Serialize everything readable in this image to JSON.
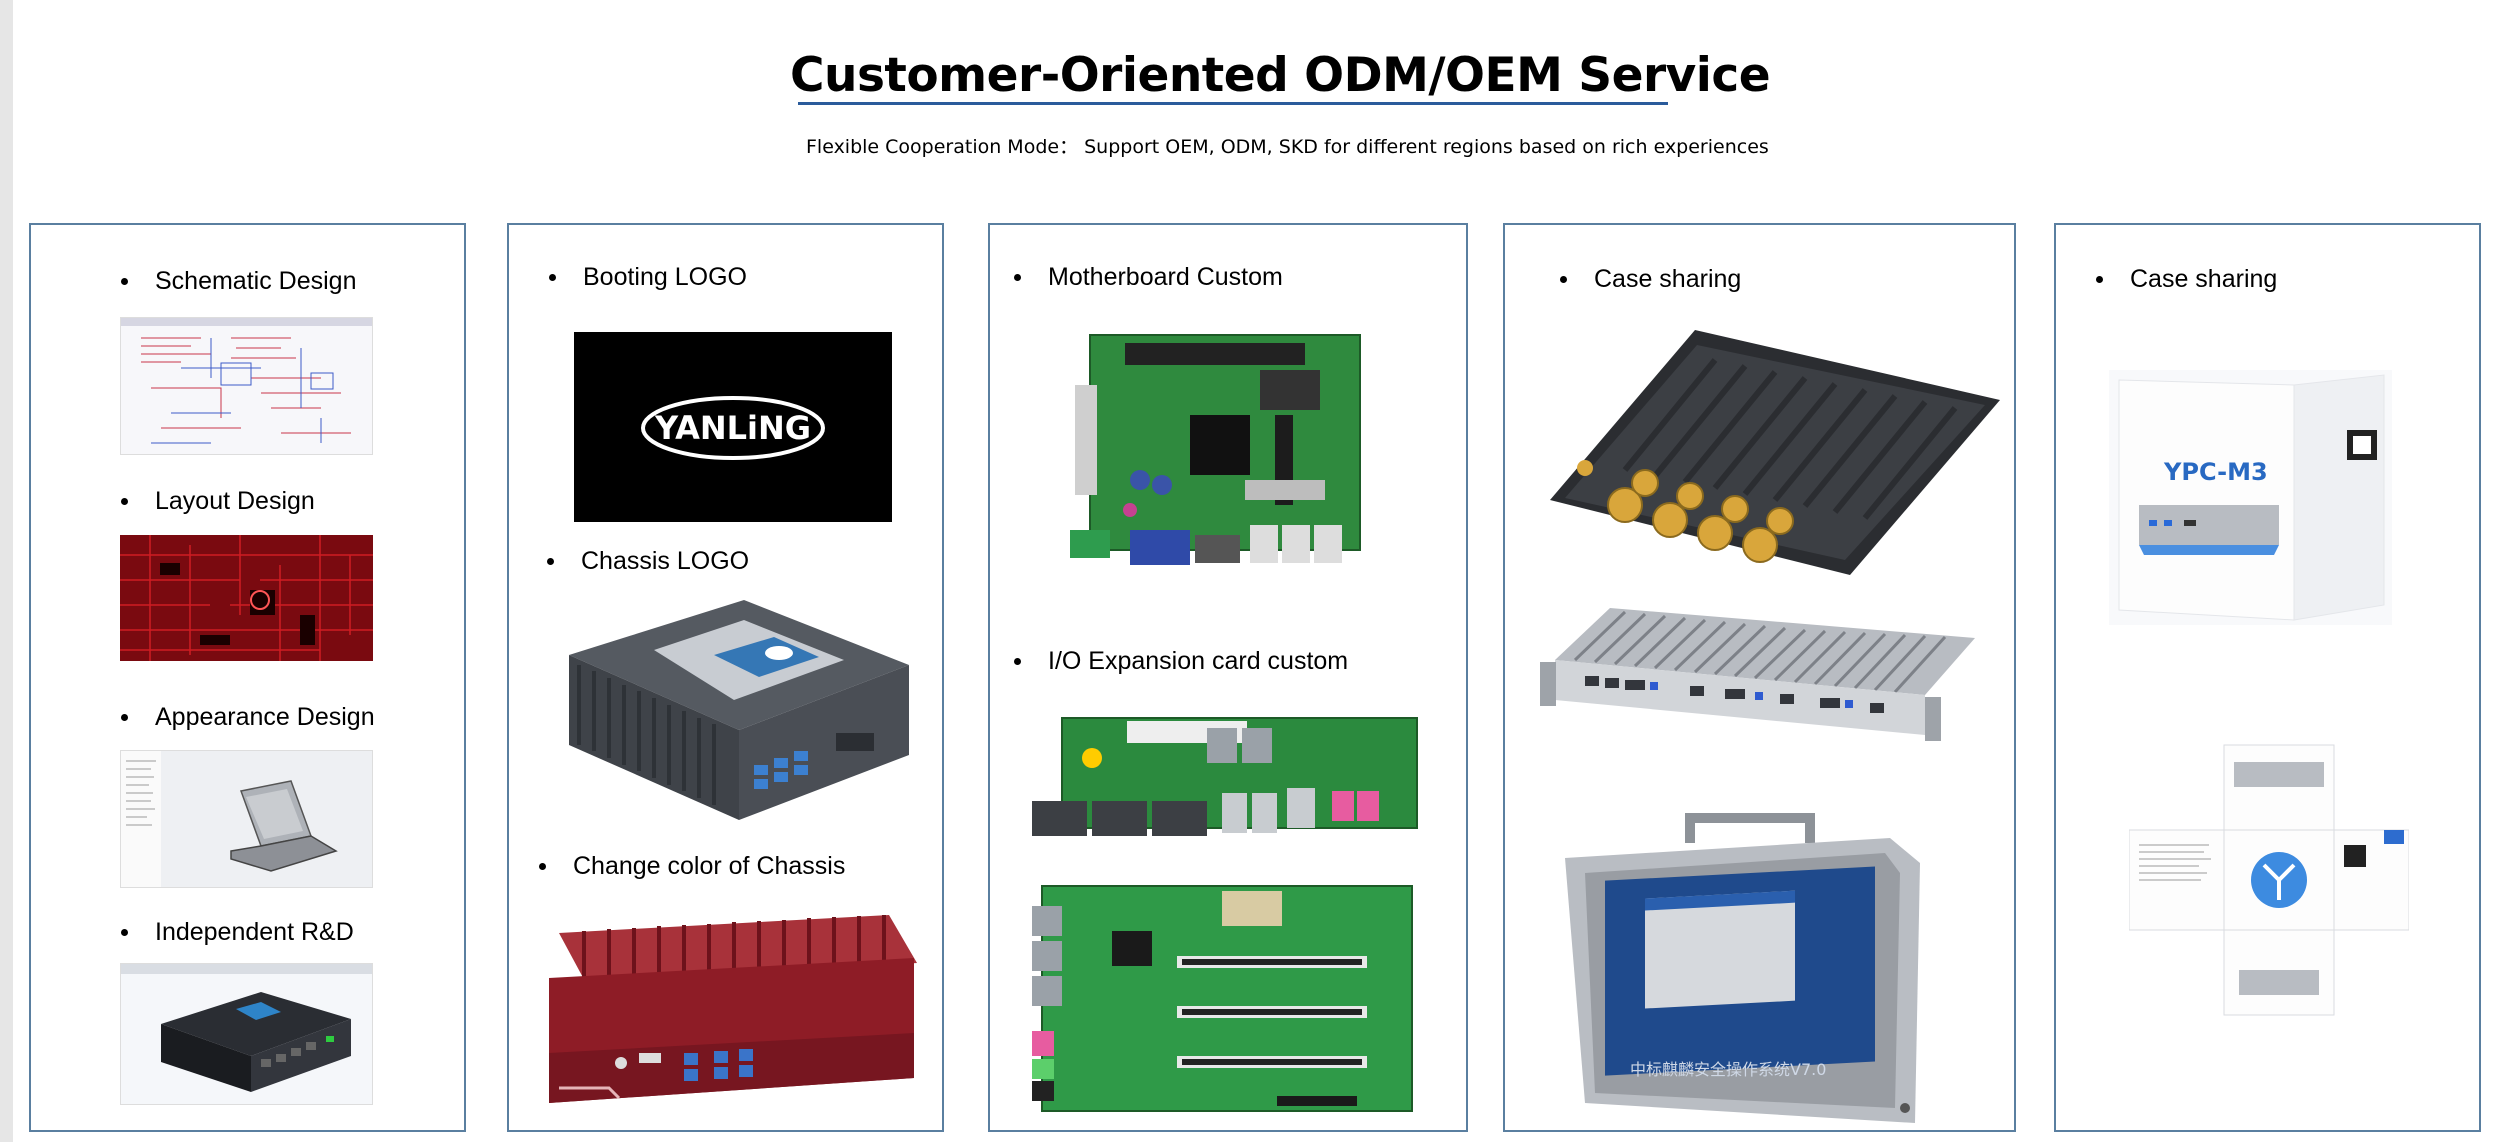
{
  "header": {
    "title": "Customer-Oriented ODM/OEM Service",
    "subtitle": "Flexible Cooperation Mode：  Support OEM, ODM, SKD for different regions based on rich experiences"
  },
  "panels": [
    {
      "items": [
        "Schematic Design",
        "Layout Design",
        "Appearance Design",
        "Independent R&D"
      ]
    },
    {
      "items": [
        "Booting LOGO",
        "Chassis LOGO",
        "Change color of Chassis"
      ],
      "logo_text": "YANLiNG"
    },
    {
      "items": [
        "Motherboard Custom",
        "I/O Expansion card custom"
      ]
    },
    {
      "items": [
        "Case sharing"
      ],
      "screen_caption": "中标麒麟安全操作系统V7.0"
    },
    {
      "items": [
        "Case sharing"
      ],
      "box_label": "YPC-M3"
    }
  ],
  "colors": {
    "panel_border": "#5a7fa0",
    "title_underline": "#2a5b9b",
    "pcb_green": "#2f8a3e",
    "chassis_red": "#8e1c26",
    "layout_red": "#8a0d12"
  }
}
